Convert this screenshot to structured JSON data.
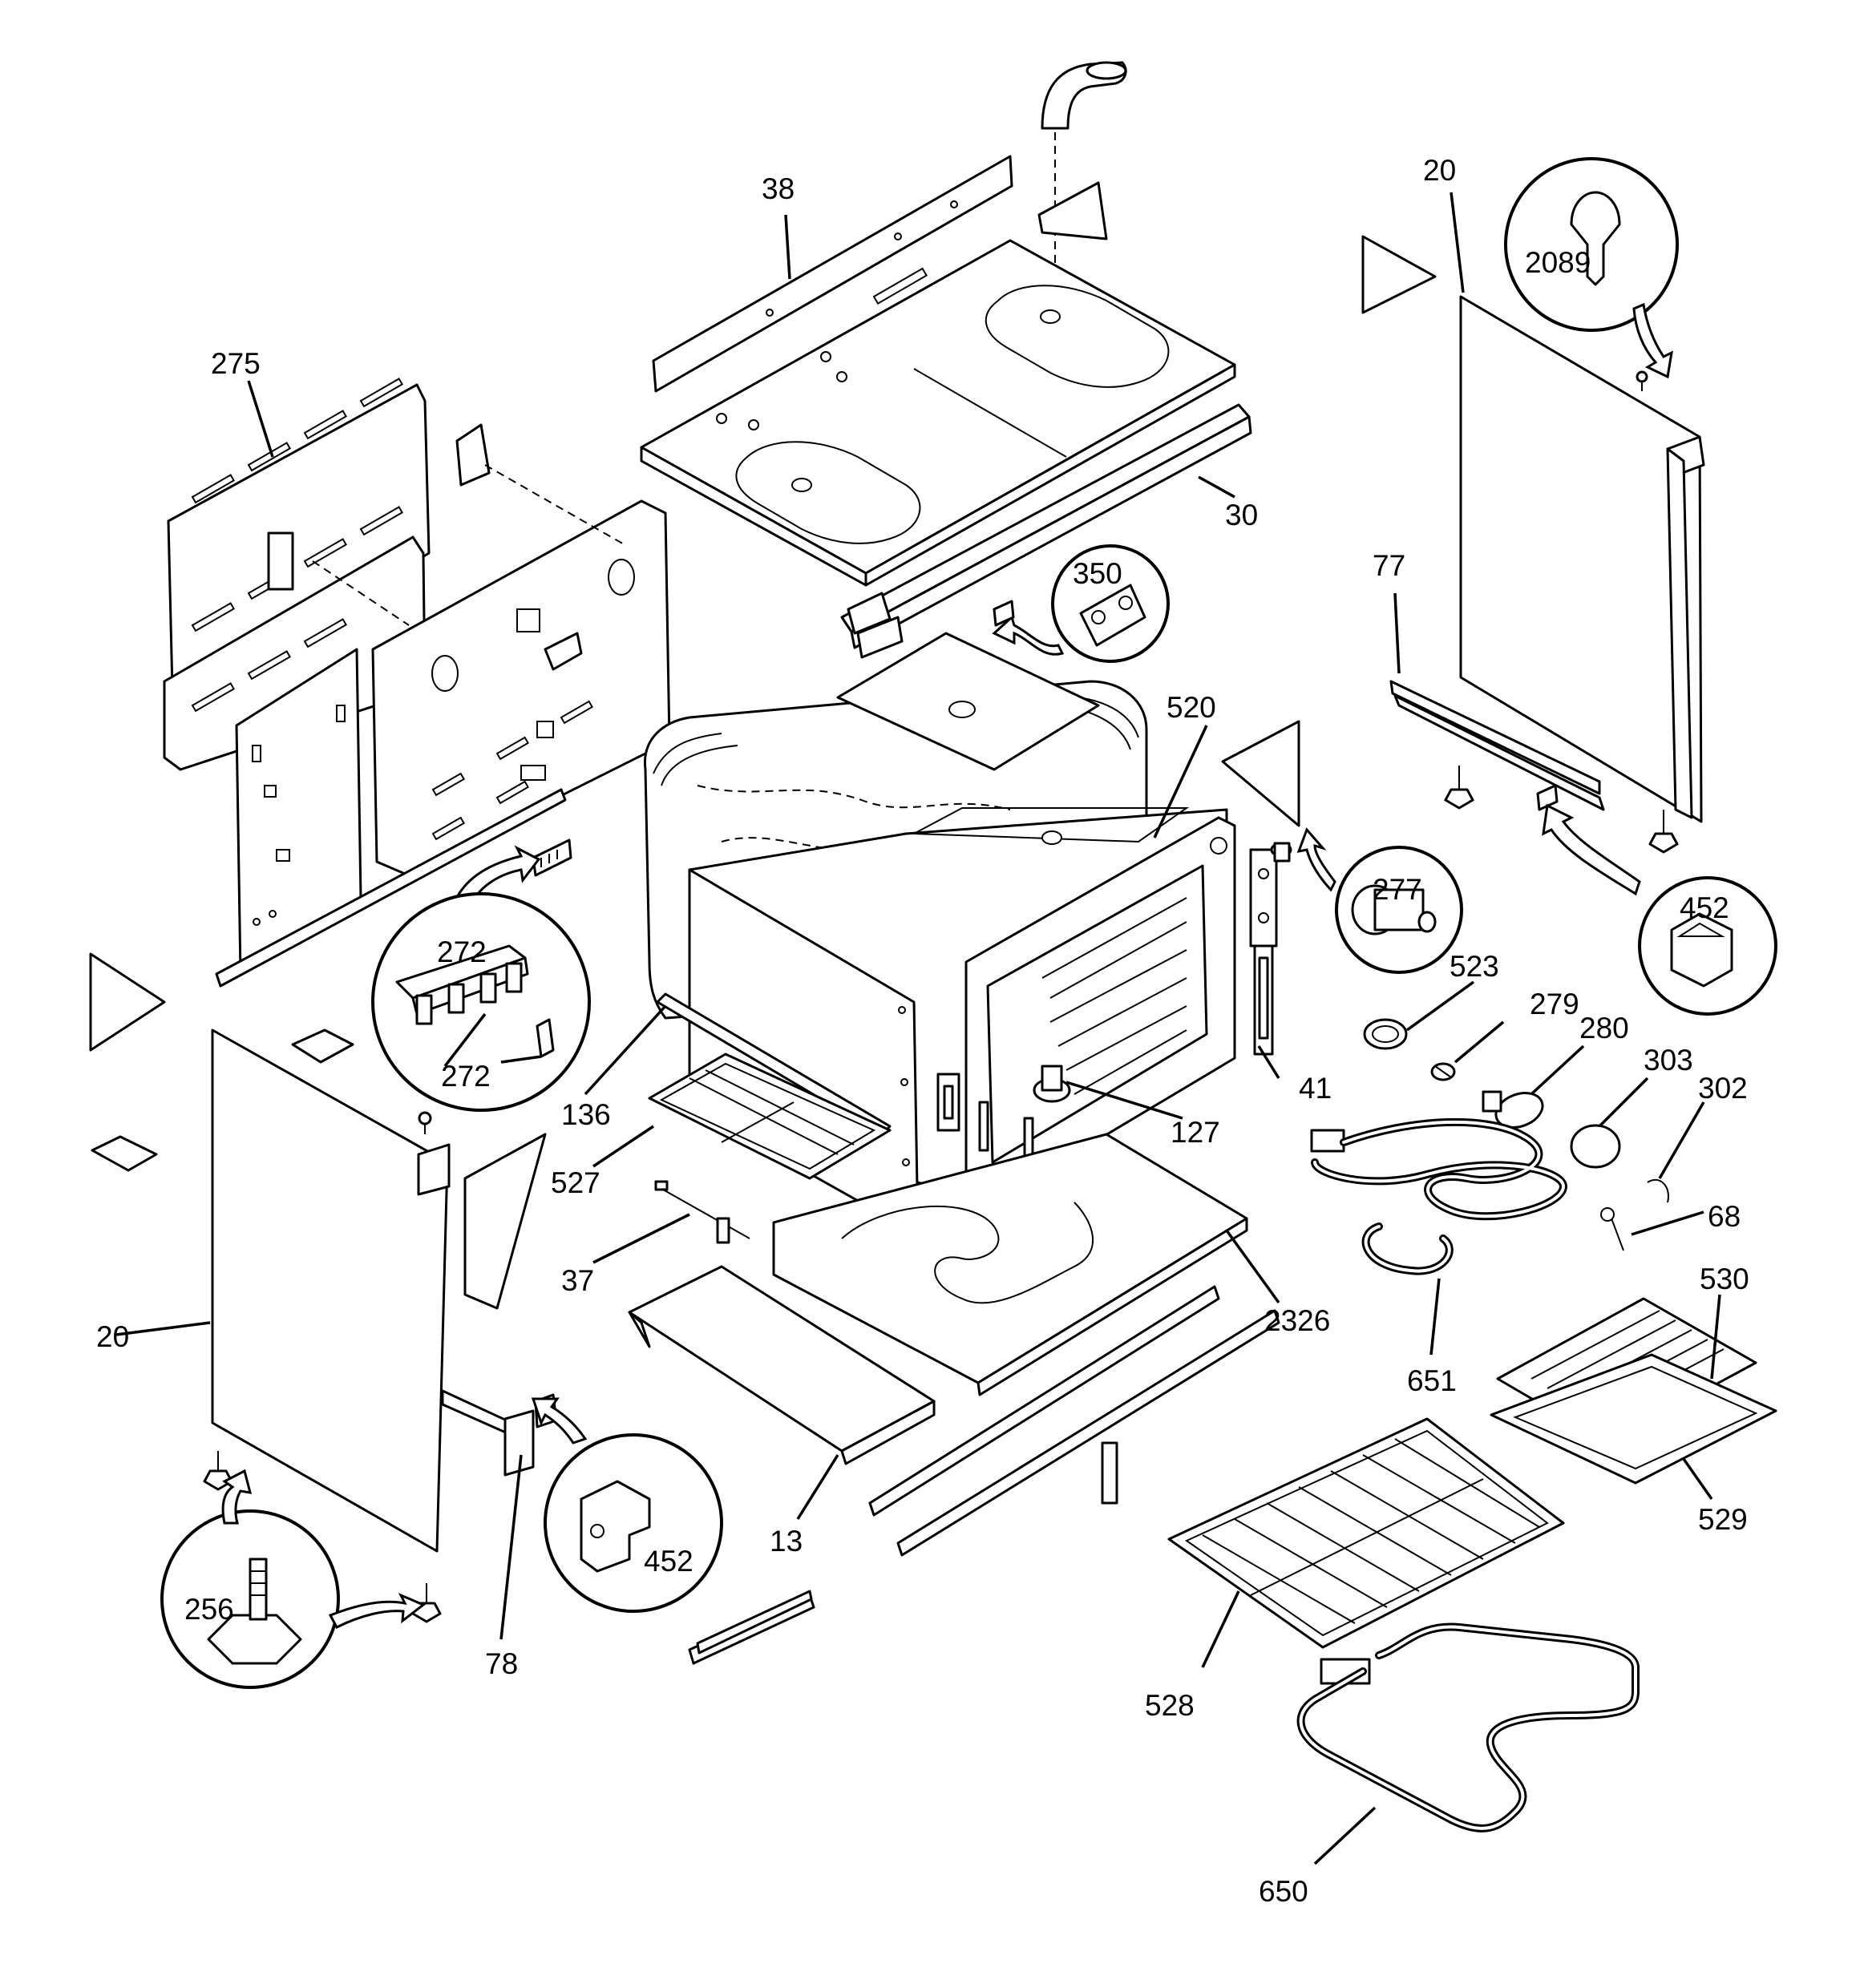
{
  "diagram": {
    "labels": {
      "p38": "38",
      "p20_right": "20",
      "p2089": "2089",
      "p275": "275",
      "p30": "30",
      "p350": "350",
      "p77": "77",
      "p520": "520",
      "p277": "277",
      "p452_right": "452",
      "p272_a": "272",
      "p272_b": "272",
      "p523": "523",
      "p279": "279",
      "p280": "280",
      "p303": "303",
      "p302": "302",
      "p136": "136",
      "p41": "41",
      "p127": "127",
      "p527": "527",
      "p68": "68",
      "p530": "530",
      "p37": "37",
      "p2326": "2326",
      "p20_left": "20",
      "p651": "651",
      "p529": "529",
      "p13": "13",
      "p452_left": "452",
      "p256": "256",
      "p78": "78",
      "p528": "528",
      "p650": "650"
    }
  }
}
